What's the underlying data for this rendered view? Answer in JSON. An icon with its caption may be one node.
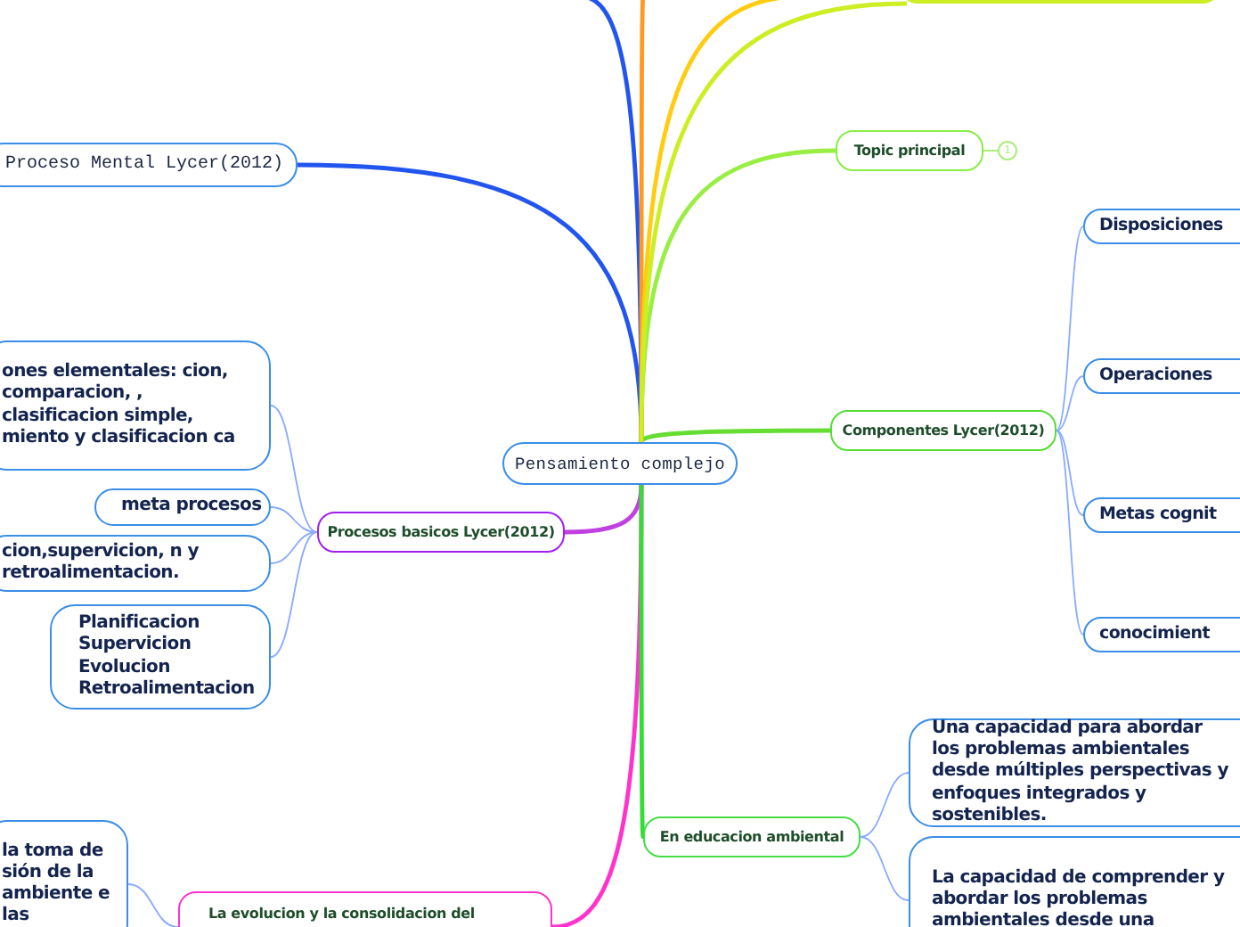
{
  "diagram": {
    "nodes": [
      {
        "text": [
          "Pensamiento complejo"
        ]
      },
      {
        "text": [
          "Proceso Mental Lycer(2012)"
        ]
      },
      {
        "text": [
          "Procesos basicos Lycer(2012)"
        ]
      },
      {
        "text": [
          "ones elementales: cion, comparacion, , clasificacion simple, miento y clasificacion ca"
        ]
      },
      {
        "text": [
          "meta procesos"
        ]
      },
      {
        "text": [
          "cion,supervicion, n y retroalimentacion."
        ]
      },
      {
        "text": [
          "Planificacion Supervicion Evolucion Retroalimentacion"
        ]
      },
      {
        "text": [
          "la toma de sión de la ambiente e las"
        ]
      },
      {
        "text": [
          "La evolucion y la consolidacion del"
        ]
      },
      {
        "text": [
          "Topic principal"
        ],
        "beside": [
          "1"
        ]
      },
      {
        "text": [
          "Componentes Lycer(2012)"
        ]
      },
      {
        "text": [
          "Disposiciones"
        ]
      },
      {
        "text": [
          "Operaciones"
        ]
      },
      {
        "text": [
          "Metas cognit"
        ]
      },
      {
        "text": [
          "conocimient"
        ]
      },
      {
        "text": [
          "En educacion ambiental"
        ]
      },
      {
        "text": [
          "Una capacidad para abordar los problemas ambientales desde múltiples perspectivas y enfoques integrados y sostenibles."
        ]
      },
      {
        "text": [
          "La capacidad de comprender y abordar los problemas ambientales desde una"
        ]
      },
      {
        "text": [],
        "shape": "box"
      }
    ],
    "edges": [
      {
        "from": 0,
        "to": 1,
        "arrow": "none",
        "style": "thick",
        "color": "#2255ee"
      },
      {
        "from": 0,
        "to": 2,
        "arrow": "none",
        "style": "thick",
        "color": "#c040e0"
      },
      {
        "from": 0,
        "to": 8,
        "arrow": "none",
        "style": "thick",
        "color": "#ff33cc"
      },
      {
        "from": 0,
        "to": 9,
        "arrow": "none",
        "style": "thick",
        "color": "#99ee44"
      },
      {
        "from": 0,
        "to": 10,
        "arrow": "none",
        "style": "thick",
        "color": "#66dd33"
      },
      {
        "from": 0,
        "to": 15,
        "arrow": "none",
        "style": "thick",
        "color": "#33dd33"
      },
      {
        "from": 0,
        "to": null,
        "arrow": "none",
        "style": "thick",
        "color": "#2255ee"
      },
      {
        "from": 0,
        "to": null,
        "arrow": "none",
        "style": "thick",
        "color": "#ff9922"
      },
      {
        "from": 0,
        "to": null,
        "arrow": "none",
        "style": "thick",
        "color": "#ffcc11"
      },
      {
        "from": 0,
        "to": 18,
        "arrow": "none",
        "style": "thick",
        "color": "#ccee22"
      },
      {
        "from": 2,
        "to": 3,
        "arrow": "none"
      },
      {
        "from": 2,
        "to": 4,
        "arrow": "none"
      },
      {
        "from": 2,
        "to": 5,
        "arrow": "none"
      },
      {
        "from": 2,
        "to": 6,
        "arrow": "none"
      },
      {
        "from": 8,
        "to": 7,
        "arrow": "none"
      },
      {
        "from": 10,
        "to": 11,
        "arrow": "none"
      },
      {
        "from": 10,
        "to": 12,
        "arrow": "none"
      },
      {
        "from": 10,
        "to": 13,
        "arrow": "none"
      },
      {
        "from": 10,
        "to": 14,
        "arrow": "none"
      },
      {
        "from": 15,
        "to": 16,
        "arrow": "none"
      },
      {
        "from": 15,
        "to": 17,
        "arrow": "none"
      }
    ]
  }
}
